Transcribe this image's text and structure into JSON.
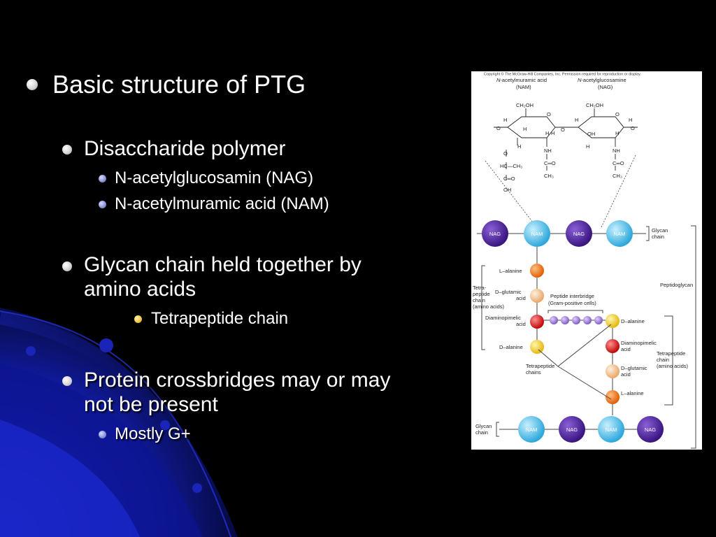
{
  "slide": {
    "bullets": [
      {
        "text": "Basic structure of PTG"
      },
      {
        "text": "Disaccharide polymer"
      },
      {
        "text": "N-acetylglucosamin (NAG)"
      },
      {
        "text": "N-acetylmuramic acid (NAM)"
      },
      {
        "text": "Glycan chain held together by"
      },
      {
        "text": "amino acids"
      },
      {
        "text": "Tetrapeptide chain"
      },
      {
        "text": "Protein crossbridges may or may"
      },
      {
        "text": "not be present"
      },
      {
        "text": "Mostly G+"
      }
    ]
  },
  "figure": {
    "copyright": "Copyright © The McGraw-Hill Companies, Inc. Permission required for reproduction or display.",
    "nam_title_a": "N",
    "nam_title_b": "-acetylmuramic acid",
    "nam_abbr": "(NAM)",
    "nag_title_a": "N",
    "nag_title_b": "-acetylglucosamine",
    "nag_abbr": "(NAG)",
    "ch2oh_1": "CH₂OH",
    "ch2oh_2": "CH₂OH",
    "ring_o_1": "O",
    "ring_o_2": "O",
    "chem": {
      "h_a": "H",
      "h_b": "H",
      "h_c": "H",
      "h_d": "H",
      "h_e": "H",
      "h_f": "H",
      "h_g": "H",
      "h_h": "H",
      "h_i": "H",
      "oh_ring": "OH",
      "o_link_left": "O",
      "o_link_mid": "O",
      "o_link_right": "O",
      "o_lactyl": "O",
      "hc_ch3": "HC—CH₃",
      "c_eq_o_lactyl": "C═O",
      "oh_lactyl": "OH",
      "nh_1": "NH",
      "c_eq_o_1": "C═O",
      "ch3_1": "CH₃",
      "nh_2": "NH",
      "c_eq_o_2": "C═O",
      "ch3_2": "CH₃"
    },
    "spheres": {
      "top": [
        "NAG",
        "NAM",
        "NAG",
        "NAM"
      ],
      "bottom": [
        "NAM",
        "NAG",
        "NAM",
        "NAG"
      ]
    },
    "labels": {
      "glycan_chain_top_1": "Glycan",
      "glycan_chain_top_2": "chain",
      "peptidoglycan": "Peptidoglycan",
      "l_alanine_1": "L–alanine",
      "tetra_1": "Tetra-",
      "tetra_2": "peptide",
      "tetra_3": "chain",
      "tetra_4": "(amino acids)",
      "d_glutamic_1a": "D–glutamic",
      "d_glutamic_1b": "acid",
      "interbridge_1": "Peptide interbridge",
      "interbridge_2": "(Gram-positive cells)",
      "diaminopimelic_1a": "Diaminopimelic",
      "diaminopimelic_1b": "acid",
      "d_alanine_1": "D–alanine",
      "d_alanine_2": "D–alanine",
      "diaminopimelic_2a": "Diaminopimelic",
      "diaminopimelic_2b": "acid",
      "tetrapeptide_chains_1": "Tetrapeptide",
      "tetrapeptide_chains_2": "chains",
      "tetra_right_1": "Tetrapeptide",
      "tetra_right_2": "chain",
      "tetra_right_3": "(amino acids)",
      "d_glutamic_2a": "D–glutamic",
      "d_glutamic_2b": "acid",
      "l_alanine_2": "L–alanine",
      "glycan_chain_bottom_1": "Glycan",
      "glycan_chain_bottom_2": "chain"
    }
  },
  "colors": {
    "background": "#000000",
    "nag": "#4a2490",
    "nam": "#5fc8ea",
    "l_alanine": "#f07c18",
    "d_glutamic": "#f3c39a",
    "diaminopimelic": "#e01818",
    "d_alanine": "#f2d23a",
    "interbridge": "#9a7ad0"
  }
}
